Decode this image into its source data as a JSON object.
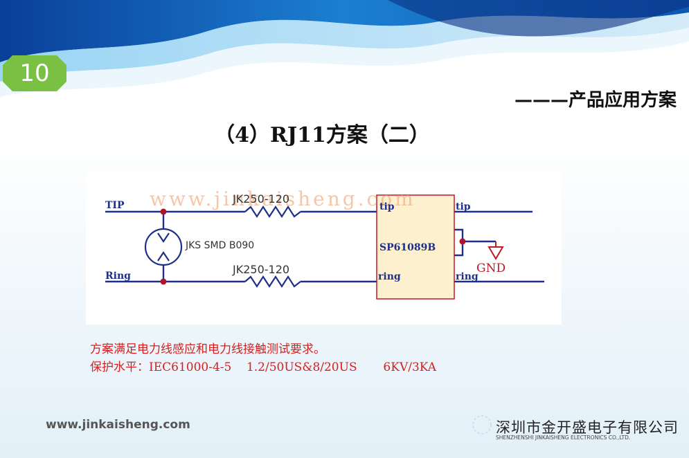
{
  "slide": {
    "number": "10",
    "section": "———产品应用方案",
    "title": "（4）RJ11方案（二）"
  },
  "diagram": {
    "line_top": "TIP",
    "line_bottom": "Ring",
    "resistor_top": "JK250-120",
    "resistor_bottom": "JK250-120",
    "tube": "JKS SMD B090",
    "chip": "SP61089B",
    "pin_tip_in": "tip",
    "pin_tip_out": "tip",
    "pin_ring_in": "ring",
    "pin_ring_out": "ring",
    "ground": "GND",
    "watermark": "www.jinkaisheng.com"
  },
  "description": {
    "line1": "方案满足电力线感应和电力线接触测试要求。",
    "line2": "保护水平：IEC61000-4-5    1.2/50US&8/20US       6KV/3KA"
  },
  "footer": {
    "url": "www.jinkaisheng.com",
    "company": "深圳市金开盛电子有限公司",
    "company_en": "SHENZHENSHI JINKAISHENG ELECTRONICS CO.,LTD."
  },
  "colors": {
    "wire": "#1e2f8a",
    "junction": "#b0162a",
    "chip_fill": "#fdf0cf",
    "ground": "#c0182a",
    "text_red": "#d42020",
    "badge": "#7ac143"
  }
}
